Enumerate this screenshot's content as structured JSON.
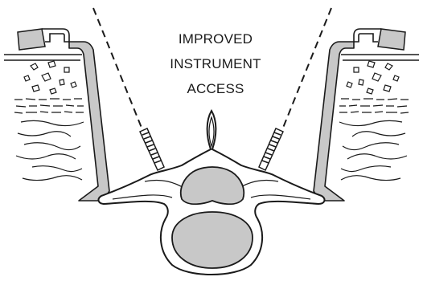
{
  "caption": {
    "line1": "IMPROVED",
    "line2": "INSTRUMENT",
    "line3": "ACCESS"
  },
  "colors": {
    "stroke": "#1a1a1a",
    "fill_gray": "#c8c8c8",
    "background": "#ffffff"
  },
  "illustration": {
    "subject": "vertebra-cross-section",
    "left_element": "retractor-blade",
    "right_element": "retractor-blade",
    "instruments": "screw-trajectory-dashed-lines"
  }
}
